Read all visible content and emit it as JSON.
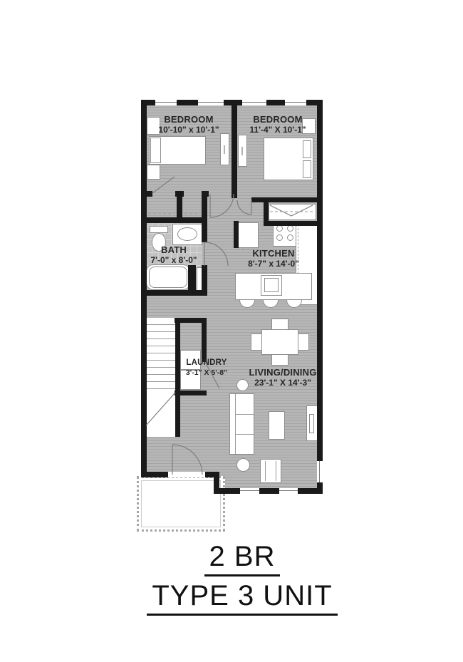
{
  "title": {
    "line1": "2 BR",
    "line2": "TYPE 3 UNIT"
  },
  "plan": {
    "rooms": {
      "bedroom1": {
        "name": "BEDROOM",
        "dims": "10'-10\" x 10'-1\""
      },
      "bedroom2": {
        "name": "BEDROOM",
        "dims": "11'-4\" X 10'-1\""
      },
      "bath": {
        "name": "BATH",
        "dims": "7'-0\" x 8'-0\""
      },
      "kitchen": {
        "name": "KITCHEN",
        "dims": "8'-7\" x 14'-0\""
      },
      "laundry": {
        "name": "LAUNDRY",
        "dims": "3'-1\" X 5'-8\""
      },
      "living": {
        "name": "LIVING/DINING",
        "dims": "23'-1\" X 14'-3\""
      }
    },
    "colors": {
      "wall": "#1a1a1a",
      "floor": "#b3b3b3",
      "bath_tile": "#c2c2c2",
      "furniture": "#ffffff",
      "text": "#262626"
    }
  }
}
